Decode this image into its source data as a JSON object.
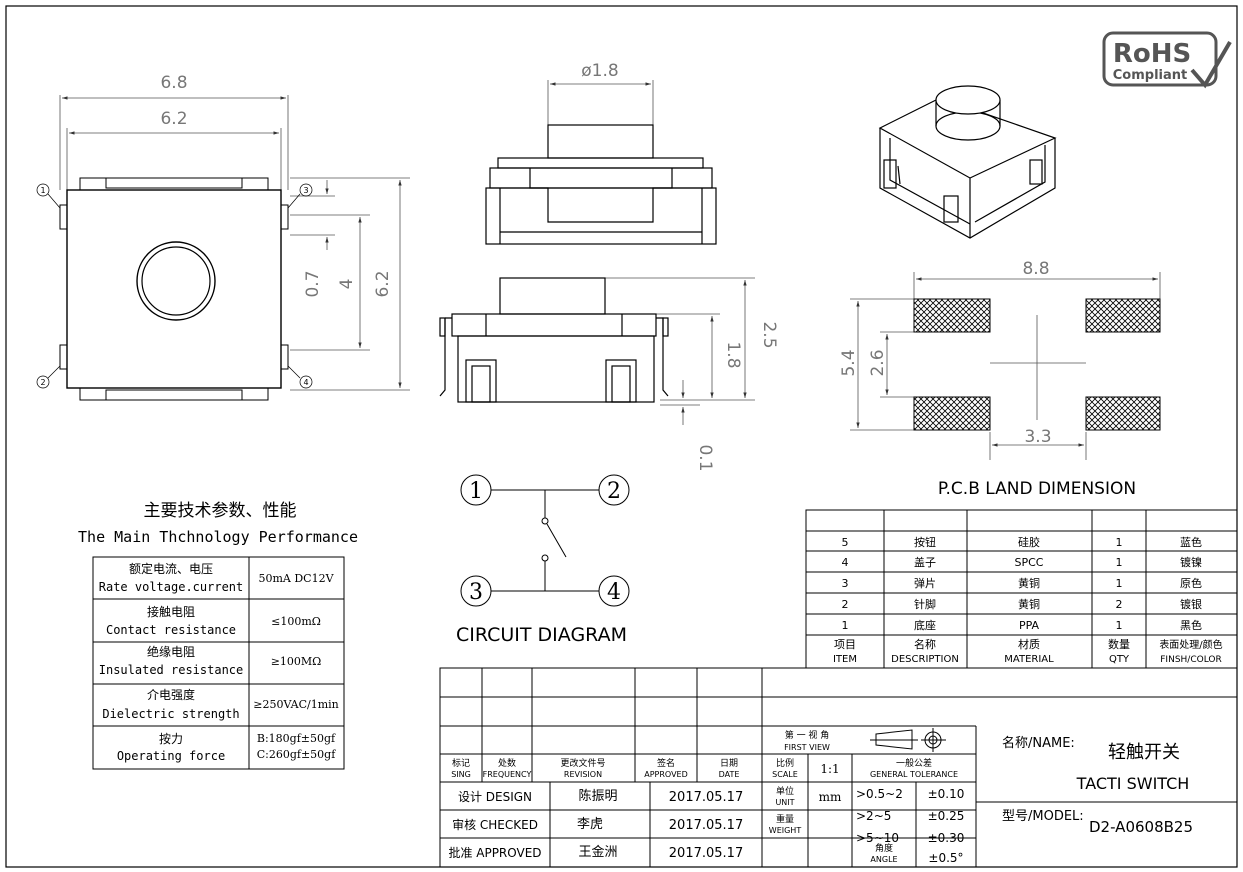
{
  "dims": {
    "top_w1": "6.8",
    "top_w2": "6.2",
    "top_h_small": "0.7",
    "top_h_mid": "4",
    "top_h_big": "6.2",
    "side_dia": "ø1.8",
    "front_h_total": "2.5",
    "front_h_body": "1.8",
    "front_h_small": "0.1",
    "pcb_w": "8.8",
    "pcb_h_total": "5.4",
    "pcb_h_gap": "2.6",
    "pcb_w_gap": "3.3"
  },
  "pins": [
    "1",
    "2",
    "3",
    "4"
  ],
  "rohs": {
    "top": "RoHS",
    "bottom": "Compliant"
  },
  "pcb_title": "P.C.B LAND DIMENSION",
  "circuit_title": "CIRCUIT DIAGRAM",
  "circuit_nodes": [
    "1",
    "2",
    "3",
    "4"
  ],
  "perf": {
    "title_cn": "主要技术参数、性能",
    "title_en": "The Main Thchnology Performance",
    "rows": [
      {
        "cn": "额定电流、电压",
        "en": "Rate voltage.current",
        "v1": "50mA DC12V",
        "v2": ""
      },
      {
        "cn": "接触电阻",
        "en": "Contact resistance",
        "v1": "≤100mΩ",
        "v2": ""
      },
      {
        "cn": "绝缘电阻",
        "en": "Insulated resistance",
        "v1": "≥100MΩ",
        "v2": ""
      },
      {
        "cn": "介电强度",
        "en": "Dielectric strength",
        "v1": "≥250VAC/1min",
        "v2": ""
      },
      {
        "cn": "按力",
        "en": "Operating force",
        "v1": "B:180gf±50gf",
        "v2": "C:260gf±50gf"
      }
    ]
  },
  "bom": {
    "rows": [
      [
        "5",
        "按钮",
        "硅胶",
        "1",
        "蓝色"
      ],
      [
        "4",
        "盖子",
        "SPCC",
        "1",
        "镀镍"
      ],
      [
        "3",
        "弹片",
        "黄铜",
        "1",
        "原色"
      ],
      [
        "2",
        "针脚",
        "黄铜",
        "2",
        "镀银"
      ],
      [
        "1",
        "底座",
        "PPA",
        "1",
        "黑色"
      ]
    ],
    "headers_cn": [
      "项目",
      "名称",
      "材质",
      "数量",
      "表面处理/颜色"
    ],
    "headers_en": [
      "ITEM",
      "DESCRIPTION",
      "MATERIAL",
      "QTY",
      "FINSH/COLOR"
    ]
  },
  "title_block": {
    "rev_headers_cn": [
      "标记",
      "处数",
      "更改文件号",
      "签名",
      "日期"
    ],
    "rev_headers_en": [
      "SING",
      "FREQUENCY",
      "REVISION",
      "APPROVED",
      "DATE"
    ],
    "first_view_cn": "第 一 视 角",
    "first_view_en": "FIRST VIEW",
    "scale_cn": "比例",
    "scale_en": "SCALE",
    "scale_val": "1:1",
    "tol_cn": "一般公差",
    "tol_en": "GENERAL TOLERANCE",
    "unit_cn": "单位",
    "unit_en": "UNIT",
    "unit_val": "mm",
    "weight_cn": "重量",
    "weight_en": "WEIGHT",
    "angle_cn": "角度",
    "angle_en": "ANGLE",
    "tolerances": [
      {
        "range": ">0.5~2",
        "val": "±0.10"
      },
      {
        "range": ">2~5",
        "val": "±0.25"
      },
      {
        "range": ">5~10",
        "val": "±0.30"
      },
      {
        "range": "",
        "val": "±0.5°"
      }
    ],
    "signoff": [
      {
        "role": "设计 DESIGN",
        "name": "陈振明",
        "date": "2017.05.17"
      },
      {
        "role": "审核 CHECKED",
        "name": "李虎",
        "date": "2017.05.17"
      },
      {
        "role": "批准 APPROVED",
        "name": "王金洲",
        "date": "2017.05.17"
      }
    ],
    "name_label": "名称/NAME:",
    "name_cn": "轻触开关",
    "name_en": "TACTI SWITCH",
    "model_label": "型号/MODEL:",
    "model_val": "D2-A0608B25"
  }
}
